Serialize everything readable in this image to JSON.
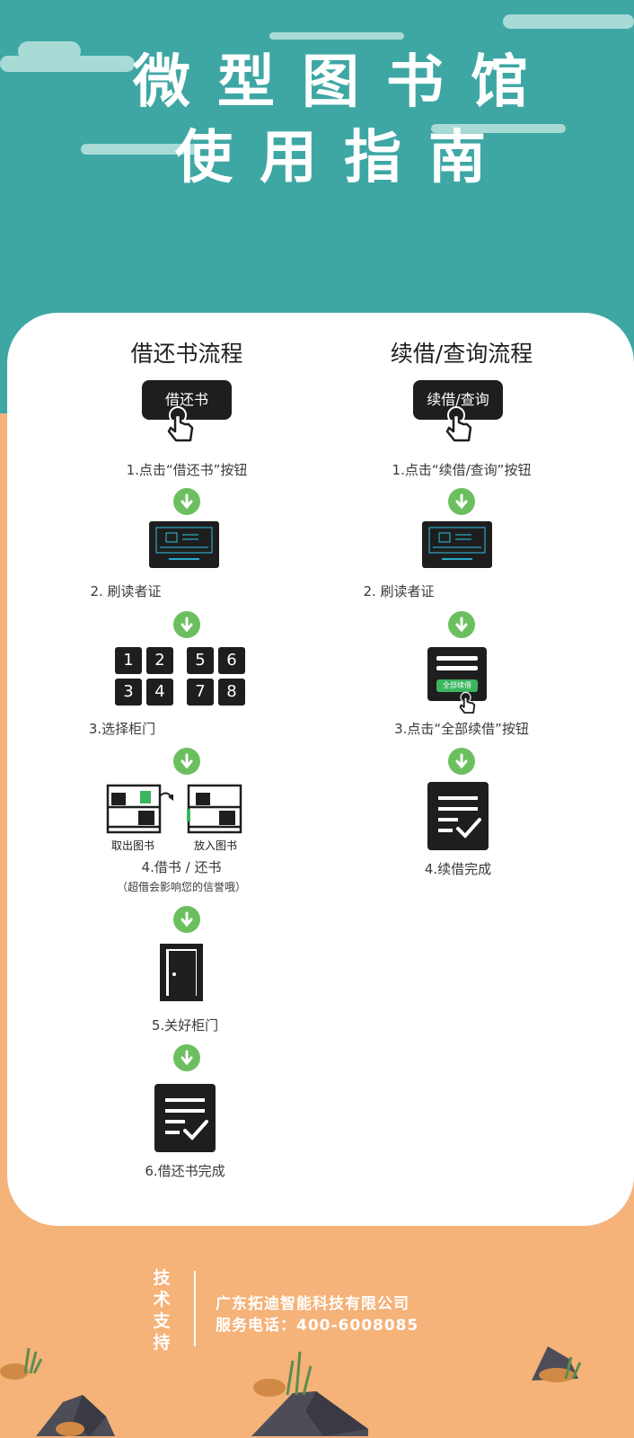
{
  "header": {
    "title_line1": "微型图书馆",
    "title_line2": "使用指南"
  },
  "left_flow": {
    "title": "借还书流程",
    "button_label": "借还书",
    "steps": [
      "1.点击“借还书”按钮",
      "2. 刷读者证",
      "3.选择柜门",
      "4.借书 / 还书",
      "5.关好柜门",
      "6.借还书完成"
    ],
    "step4_note": "（超借会影响您的信誉哦）",
    "keys": [
      "1",
      "2",
      "5",
      "6",
      "3",
      "4",
      "7",
      "8"
    ],
    "take_label": "取出图书",
    "put_label": "放入图书"
  },
  "right_flow": {
    "title": "续借/查询流程",
    "button_label": "续借/查询",
    "steps": [
      "1.点击“续借/查询”按钮",
      "2. 刷读者证",
      "3.点击“全部续借”按钮",
      "4.续借完成"
    ],
    "renew_all_button": "全部续借"
  },
  "footer": {
    "support_label": "技术支持",
    "company": "广东拓迪智能科技有限公司",
    "phone": "服务电话：400-6008085"
  },
  "colors": {
    "teal": "#3ea7a4",
    "sand": "#f5b279",
    "arrow_green": "#6cbf5f",
    "dark": "#1e1e1e"
  }
}
